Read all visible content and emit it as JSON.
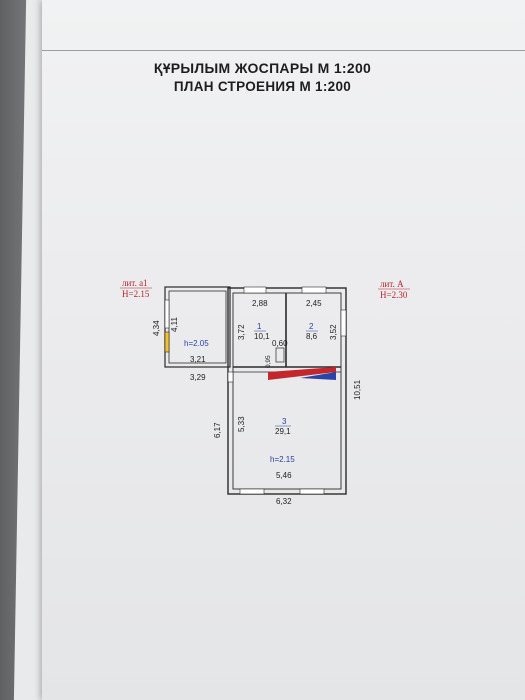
{
  "header": {
    "title_kz": "ҚҰРЫЛЫМ ЖОСПАРЫ М 1:200",
    "title_ru": "ПЛАН СТРОЕНИЯ М 1:200"
  },
  "labels": {
    "lit_a1": "лит. a1",
    "h_a1": "H=2.15",
    "lit_a": "лит. A",
    "h_a": "H=2.30"
  },
  "dims": {
    "d434": "4,34",
    "d411": "4,11",
    "d321": "3,21",
    "d329": "3,29",
    "d288": "2,88",
    "d245": "2,45",
    "d372": "3,72",
    "d352": "3,52",
    "d060": "0,60",
    "d095": "0,95",
    "d617": "6,17",
    "d533": "5,33",
    "d1051": "10,51",
    "d546": "5,46",
    "d632": "6,32"
  },
  "rooms": {
    "r1_num": "1",
    "r1_area": "10,1",
    "r2_num": "2",
    "r2_area": "8,6",
    "r3_num": "3",
    "r3_area": "29,1",
    "h_annex": "h=2.05",
    "h_main": "h=2.15"
  },
  "colors": {
    "red_label": "#b3262e",
    "blue_number": "#2a3f9d",
    "wall": "#2a2a2a"
  }
}
